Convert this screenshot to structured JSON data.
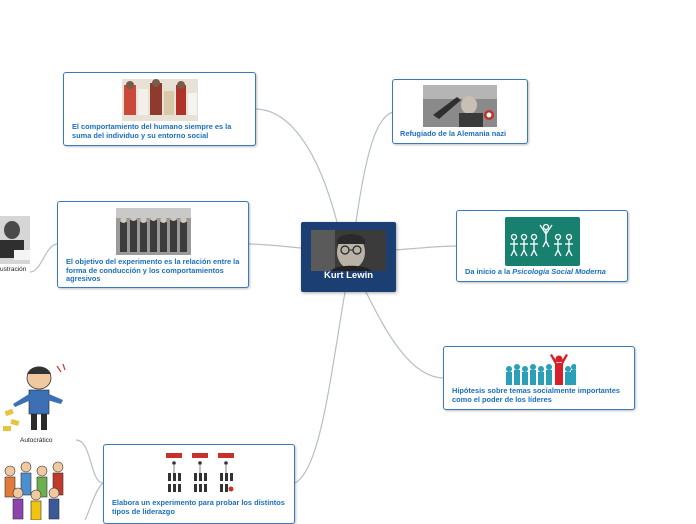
{
  "central": {
    "title": "Kurt Lewin"
  },
  "nodes": {
    "comportamiento": {
      "text": "El comportamiento del humano siempre es la suma del individuo y su entorno social"
    },
    "refugiado": {
      "text": "Refugiado de la Alemania nazi"
    },
    "objetivo": {
      "text": "El objetivo del experimento es la relación entre la forma de conducción y los comportamientos agresivos"
    },
    "psicologia": {
      "prefix": "Da inicio a la ",
      "emph": "Psicología Social Moderna"
    },
    "hipotesis": {
      "text": "Hipótesis sobre temas socialmente importantes como el poder de los líderes"
    },
    "elabora": {
      "text": "Elabora un experimento para probar los distintos tipos de liderazgo"
    }
  },
  "side": {
    "ilustracion": "ustración",
    "autocratico": "Autocrático"
  },
  "colors": {
    "line": "#b7bec8",
    "border": "#3a78c0",
    "text": "#1b6fbf",
    "central": "#1c3f73"
  },
  "icons": [
    "lewin-portrait",
    "protest-photo",
    "nazi-salute-photo",
    "soldiers-photo",
    "chalkboard-people-illustration",
    "crowd-leader-illustration",
    "leadership-chart-diagram",
    "angry-boss-cartoon",
    "crowd-cartoon",
    "writing-person-photo"
  ]
}
